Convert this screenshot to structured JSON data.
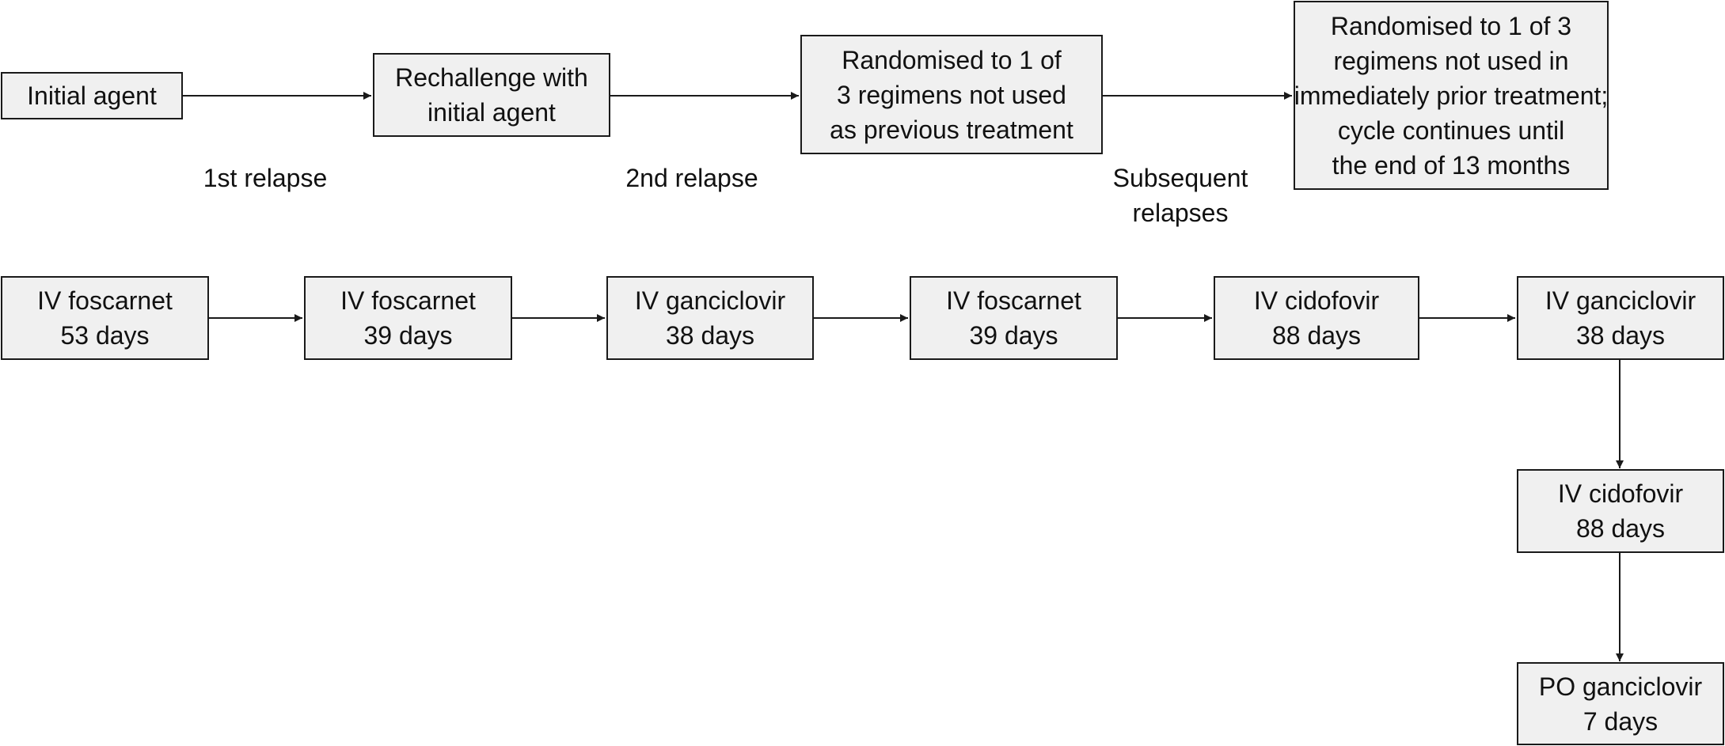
{
  "top_row": {
    "initial_agent": [
      "Initial agent"
    ],
    "rechallenge": [
      "Rechallenge with",
      "initial agent"
    ],
    "randomised_first": [
      "Randomised to 1 of",
      "3 regimens not used",
      "as previous treatment"
    ],
    "randomised_cycle": [
      "Randomised to 1 of 3",
      "regimens not used in",
      "immediately prior treatment;",
      "cycle continues until",
      "the end of 13 months"
    ]
  },
  "relapse_labels": {
    "first": [
      "1st relapse"
    ],
    "second": [
      "2nd relapse"
    ],
    "subsequent": [
      "Subsequent",
      "relapses"
    ]
  },
  "treatment_sequence": [
    {
      "drug": "IV foscarnet",
      "duration": "53 days"
    },
    {
      "drug": "IV foscarnet",
      "duration": "39 days"
    },
    {
      "drug": "IV ganciclovir",
      "duration": "38 days"
    },
    {
      "drug": "IV foscarnet",
      "duration": "39 days"
    },
    {
      "drug": "IV cidofovir",
      "duration": "88 days"
    },
    {
      "drug": "IV ganciclovir",
      "duration": "38 days"
    },
    {
      "drug": "IV cidofovir",
      "duration": "88 days"
    },
    {
      "drug": "PO ganciclovir",
      "duration": "7 days"
    }
  ],
  "colors": {
    "box_fill": "#f0f0f0",
    "stroke": "#1a1a1a"
  }
}
